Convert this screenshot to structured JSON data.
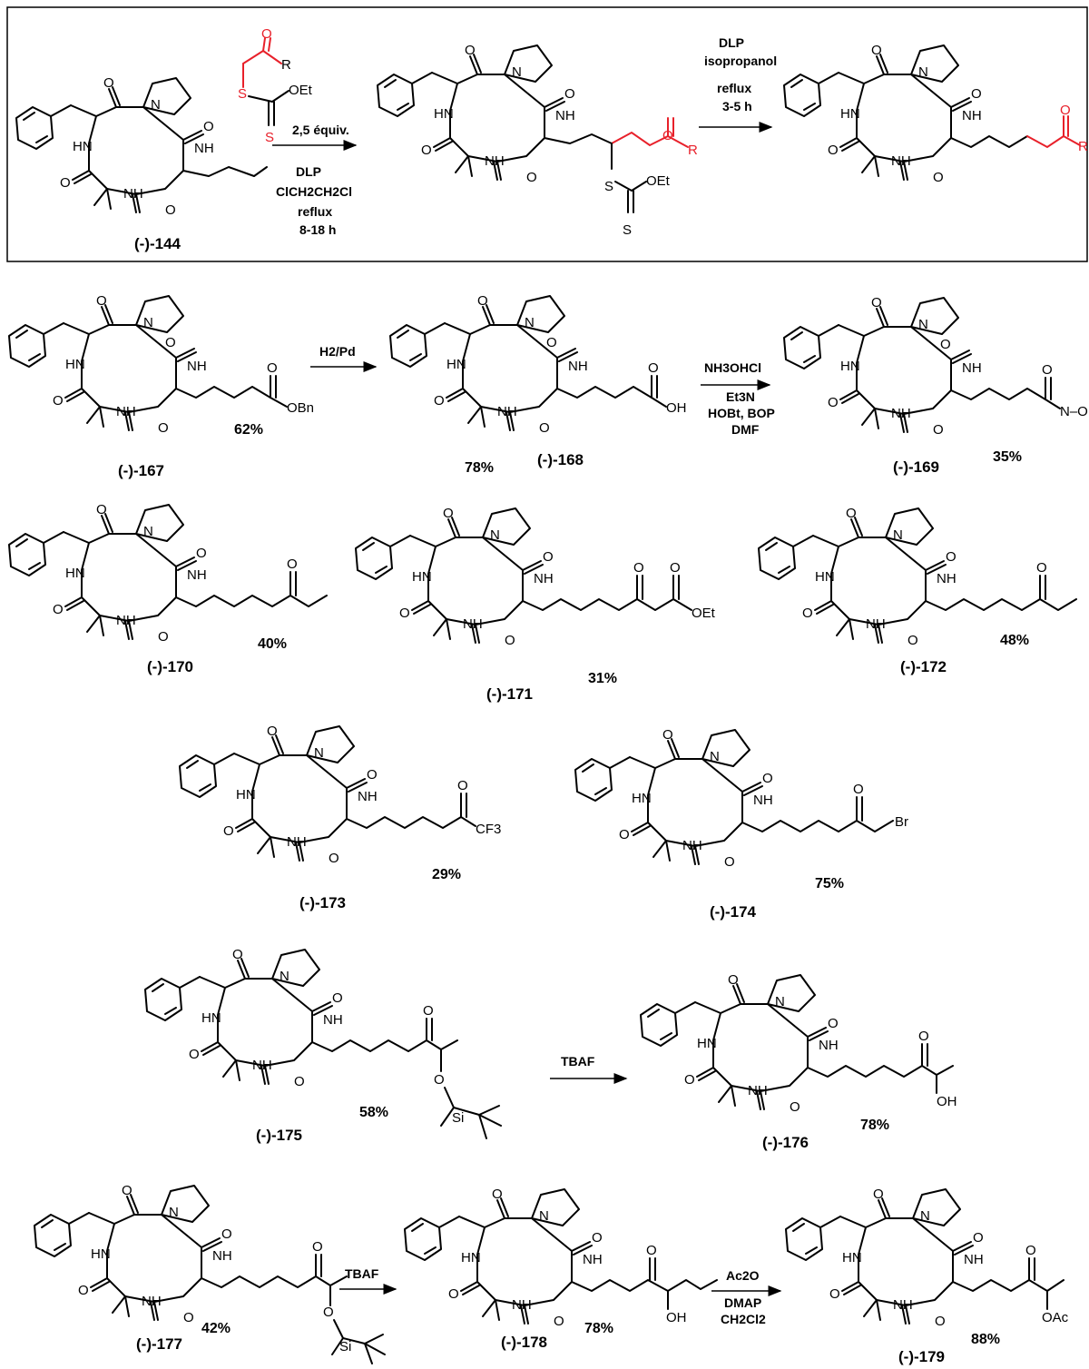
{
  "box": {
    "reagent": {
      "r": "R",
      "oet": "OEt",
      "s1": "S",
      "s2": "S",
      "o": "O"
    },
    "arrow1": {
      "above": "2,5 équiv.",
      "below": [
        "DLP",
        "ClCH2CH2Cl",
        "reflux",
        "8-18 h"
      ]
    },
    "arrow2": {
      "above": [
        "DLP",
        "isopropanol",
        "reflux",
        "3-5 h"
      ]
    },
    "start_label": "(-)-144",
    "intermediate": {
      "s1": "S",
      "s2": "S",
      "oet": "OEt",
      "r": "R"
    },
    "product_r": "R"
  },
  "atoms": {
    "n": "N",
    "hn": "HN",
    "nh": "NH",
    "o": "O",
    "h": "H"
  },
  "compounds": [
    {
      "id": "c167",
      "label": "(-)-167",
      "yield": "62%",
      "tail": "OBn"
    },
    {
      "id": "c168",
      "label": "(-)-168",
      "yield": "78%",
      "tail": "OH"
    },
    {
      "id": "c169",
      "label": "(-)-169",
      "yield": "35%",
      "tail": "N–O / H"
    },
    {
      "id": "c170",
      "label": "(-)-170",
      "yield": "40%"
    },
    {
      "id": "c171",
      "label": "(-)-171",
      "yield": "31%",
      "tail": "OEt"
    },
    {
      "id": "c172",
      "label": "(-)-172",
      "yield": "48%"
    },
    {
      "id": "c173",
      "label": "(-)-173",
      "yield": "29%",
      "tail": "CF3"
    },
    {
      "id": "c174",
      "label": "(-)-174",
      "yield": "75%",
      "tail": "Br"
    },
    {
      "id": "c175",
      "label": "(-)-175",
      "yield": "58%",
      "tail": "O / Si"
    },
    {
      "id": "c176",
      "label": "(-)-176",
      "yield": "78%",
      "tail": "OH"
    },
    {
      "id": "c177",
      "label": "(-)-177",
      "yield": "42%",
      "tail": "O / Si"
    },
    {
      "id": "c178",
      "label": "(-)-178",
      "yield": "78%",
      "tail": "OH"
    },
    {
      "id": "c179",
      "label": "(-)-179",
      "yield": "88%",
      "tail": "OAc"
    }
  ],
  "arrows": {
    "h2pd": "H2/Pd",
    "hydroxylamine": [
      "NH3OHCl",
      "Et3N",
      "HOBt, BOP",
      "DMF"
    ],
    "tbaf1": "TBAF",
    "tbaf2": "TBAF",
    "acetylation": [
      "Ac2O",
      "DMAP",
      "CH2Cl2"
    ]
  }
}
